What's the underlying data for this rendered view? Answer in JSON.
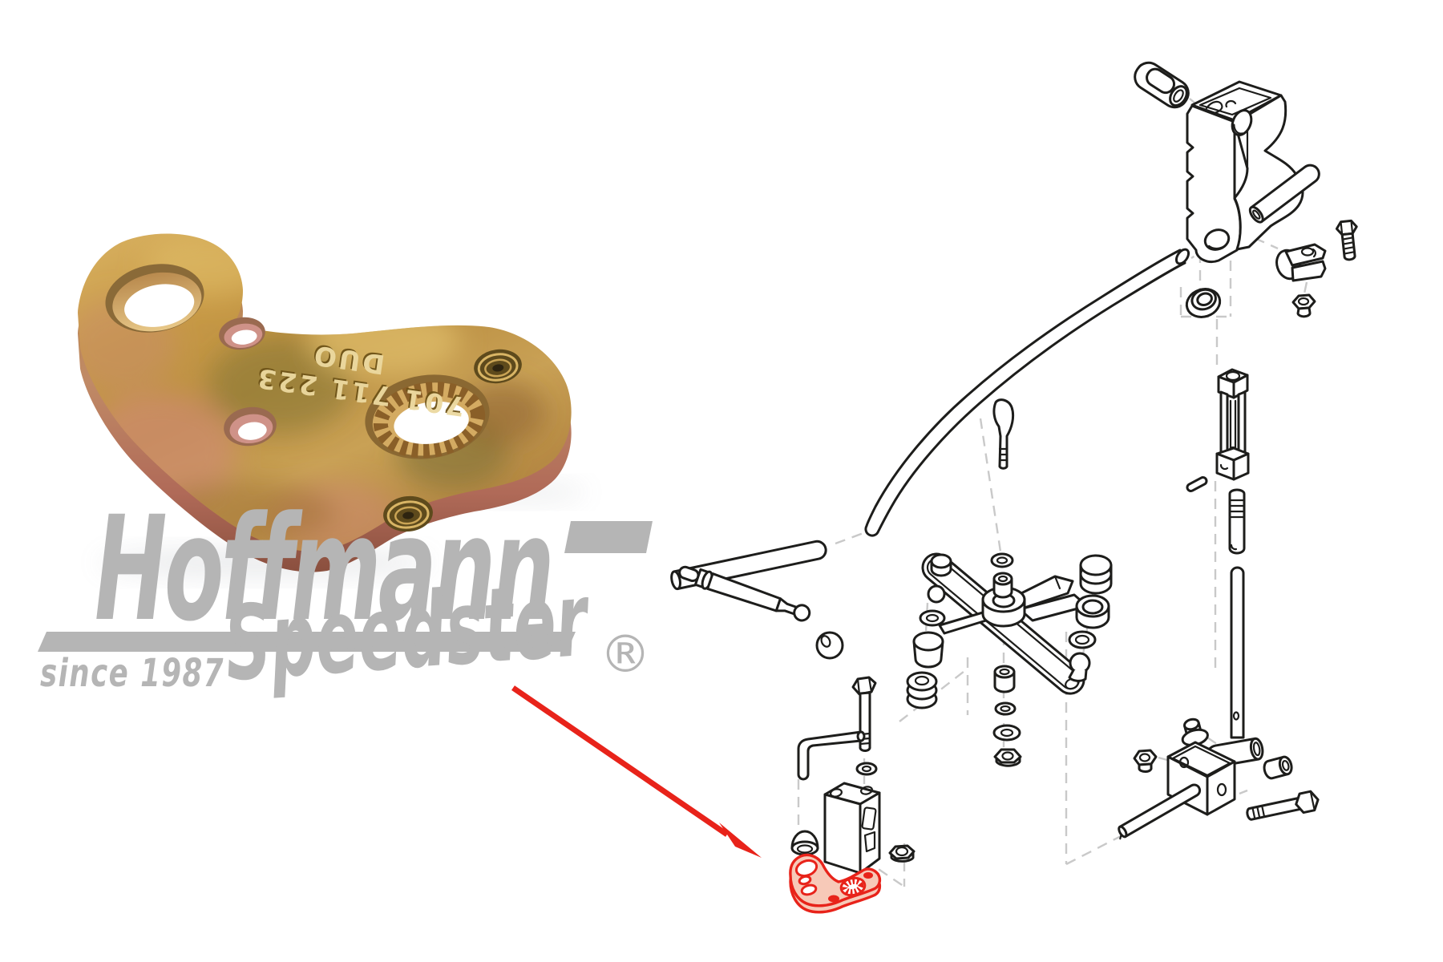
{
  "page": {
    "background": "#ffffff"
  },
  "colors": {
    "background": "#ffffff",
    "accent_red": "#e8231a",
    "highlight_fill": "#f7c9b8",
    "watermark_gray": "#b5b5b5",
    "line_ink": "#1d1d1b",
    "dash_gray": "#c9c9c9",
    "plate_gold": "#c9a157",
    "plate_gold_dark": "#8a6a28",
    "plate_pink": "#d4897c",
    "plate_olive": "#7f7434"
  },
  "product_photo": {
    "stamp_line1": "701 711 223",
    "stamp_line2": "DUO"
  },
  "watermark": {
    "brand": "Hoffmann",
    "script": "Speedster",
    "registered": "®",
    "tagline": "since 1987"
  }
}
